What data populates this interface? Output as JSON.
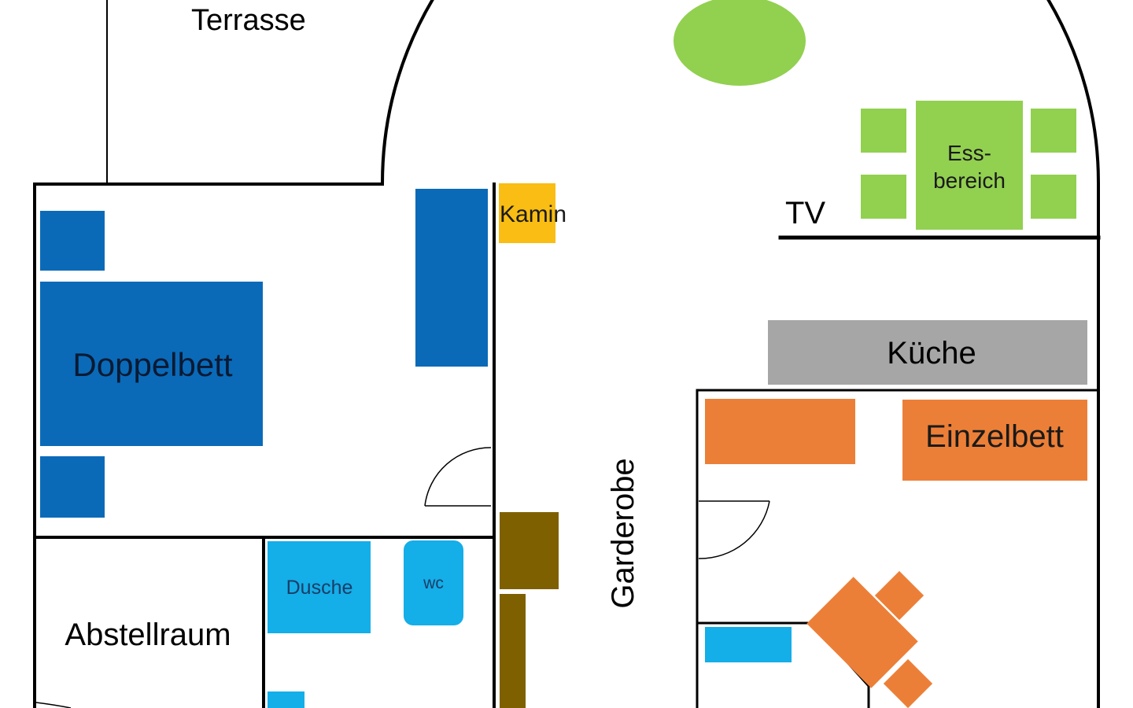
{
  "floor_plan": {
    "labels": {
      "terrace": "Terrasse",
      "fireplace": "Kamin",
      "tv": "TV",
      "dining_area_line1": "Ess-",
      "dining_area_line2": "bereich",
      "kitchen": "Küche",
      "double_bed": "Doppelbett",
      "single_bed": "Einzelbett",
      "wardrobe": "Garderobe",
      "storage_room": "Abstellraum",
      "shower": "Dusche",
      "wc": "wc"
    },
    "colors": {
      "walls": "#000000",
      "bedroom_furniture": "#0a6ab8",
      "bathroom_fixtures": "#14aee8",
      "fireplace": "#f9bd13",
      "dining_furniture": "#92d050",
      "plant": "#92d050",
      "kitchen_counter": "#a6a6a6",
      "single_room_furniture": "#ec7f37",
      "wardrobe": "#7f6000"
    }
  }
}
